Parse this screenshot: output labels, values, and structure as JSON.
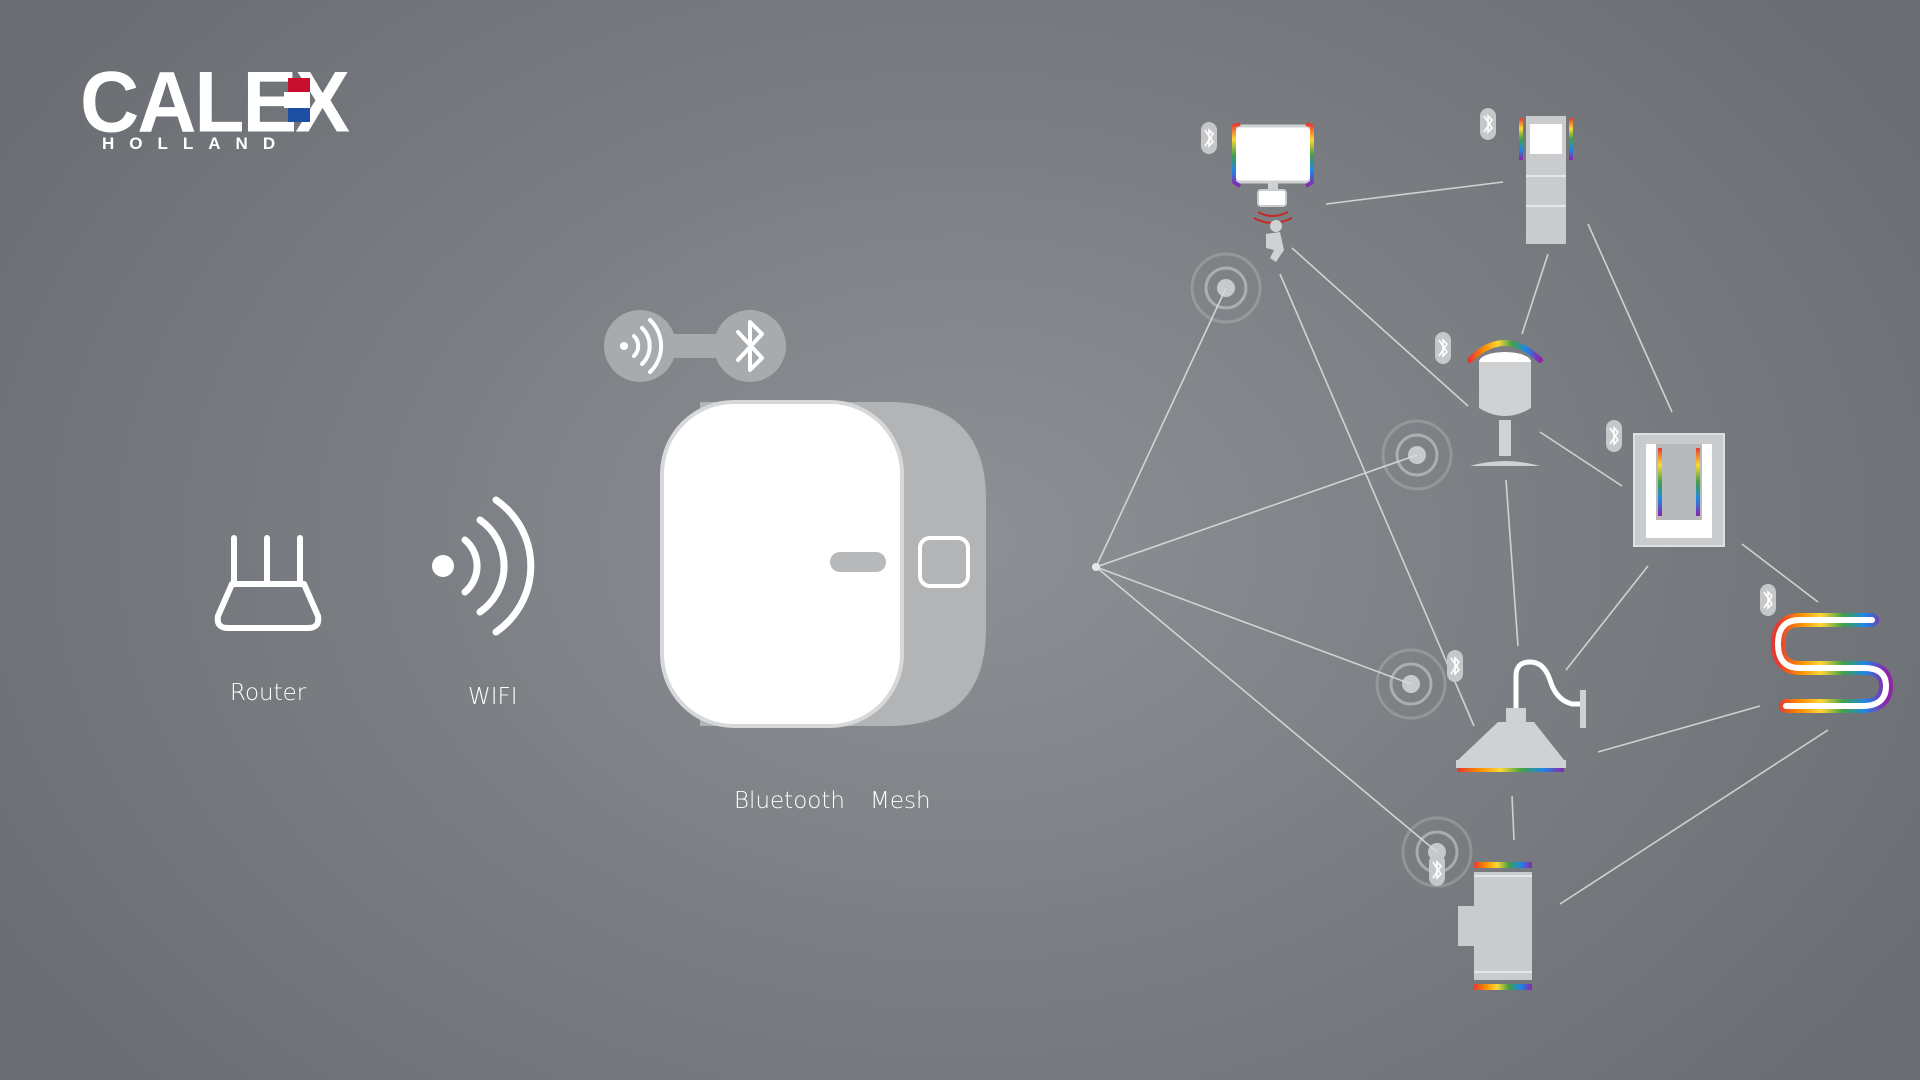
{
  "brand": {
    "name": "CALEX",
    "sub": "HOLLAND",
    "flag_colors": [
      "#c8102e",
      "#ffffff",
      "#1f4fa3"
    ]
  },
  "labels": {
    "router": "Router",
    "wifi": "WIFI",
    "bluetooth": "Bluetooth",
    "mesh": "Mesh"
  },
  "diagram": {
    "nodes": [
      "router-icon",
      "wifi-icon",
      "gateway-device",
      "floodlight-sensor",
      "wall-light-tall",
      "spot-light",
      "panel-light",
      "barn-lamp",
      "led-strip",
      "wall-cylinder-light"
    ],
    "edges": [
      [
        "hub-point",
        "floodlight-sensor"
      ],
      [
        "hub-point",
        "spot-light"
      ],
      [
        "hub-point",
        "barn-lamp"
      ],
      [
        "hub-point",
        "wall-cylinder-light"
      ],
      [
        "floodlight-sensor",
        "wall-light-tall"
      ],
      [
        "floodlight-sensor",
        "spot-light"
      ],
      [
        "floodlight-sensor",
        "barn-lamp"
      ],
      [
        "wall-light-tall",
        "spot-light"
      ],
      [
        "wall-light-tall",
        "panel-light"
      ],
      [
        "spot-light",
        "panel-light"
      ],
      [
        "spot-light",
        "barn-lamp"
      ],
      [
        "panel-light",
        "barn-lamp"
      ],
      [
        "panel-light",
        "led-strip"
      ],
      [
        "barn-lamp",
        "led-strip"
      ],
      [
        "barn-lamp",
        "wall-cylinder-light"
      ],
      [
        "led-strip",
        "wall-cylinder-light"
      ]
    ],
    "colors": {
      "line": "#dfe1e3",
      "device": "#ffffff",
      "fixture": "#c9cbcd",
      "rainbow": [
        "#e53935",
        "#fb8c00",
        "#fdd835",
        "#43a047",
        "#1e88e5",
        "#8e24aa"
      ]
    }
  }
}
